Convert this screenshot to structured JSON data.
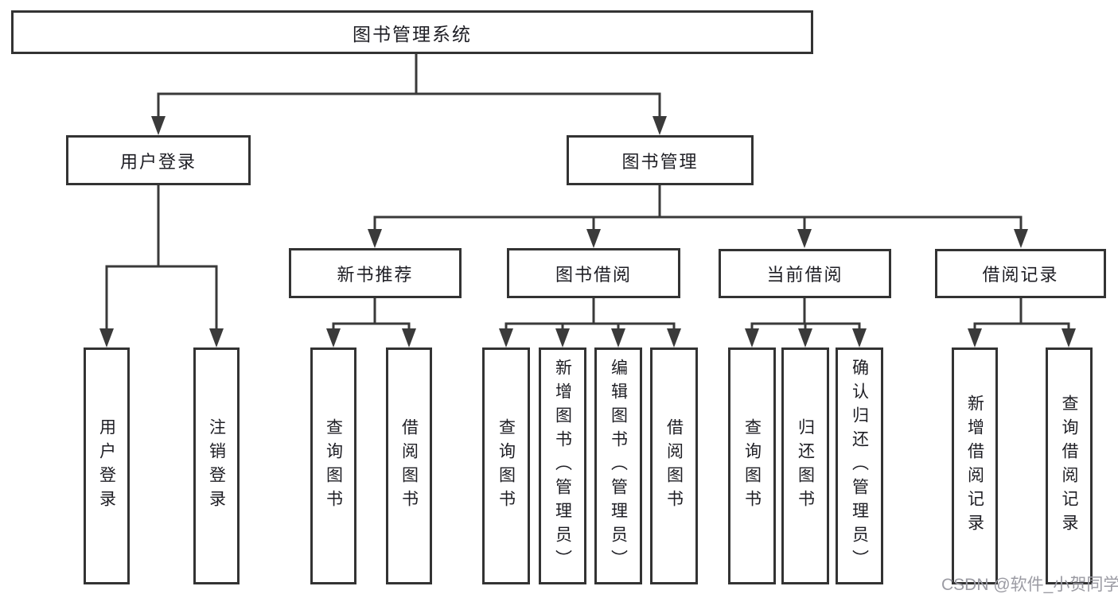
{
  "diagram": {
    "title": "图书管理系统",
    "level2": [
      {
        "label": "用户登录"
      },
      {
        "label": "图书管理"
      }
    ],
    "level3": [
      {
        "label": "新书推荐"
      },
      {
        "label": "图书借阅"
      },
      {
        "label": "当前借阅"
      },
      {
        "label": "借阅记录"
      }
    ],
    "leaves": [
      {
        "label": "用户登录"
      },
      {
        "label": "注销登录"
      },
      {
        "label": "查询图书"
      },
      {
        "label": "借阅图书"
      },
      {
        "label": "查询图书"
      },
      {
        "label": "新增图书（管理员）"
      },
      {
        "label": "编辑图书（管理员）"
      },
      {
        "label": "借阅图书"
      },
      {
        "label": "查询图书"
      },
      {
        "label": "归还图书"
      },
      {
        "label": "确认归还（管理员）"
      },
      {
        "label": "新增借阅记录"
      },
      {
        "label": "查询借阅记录"
      }
    ]
  },
  "watermark": {
    "text": "CSDN @软件_小贺同学"
  },
  "colors": {
    "line": "#3a3a3a",
    "border": "#333333",
    "text": "#1e1e24",
    "watermark": "#9b9ba3",
    "background": "#ffffff"
  }
}
